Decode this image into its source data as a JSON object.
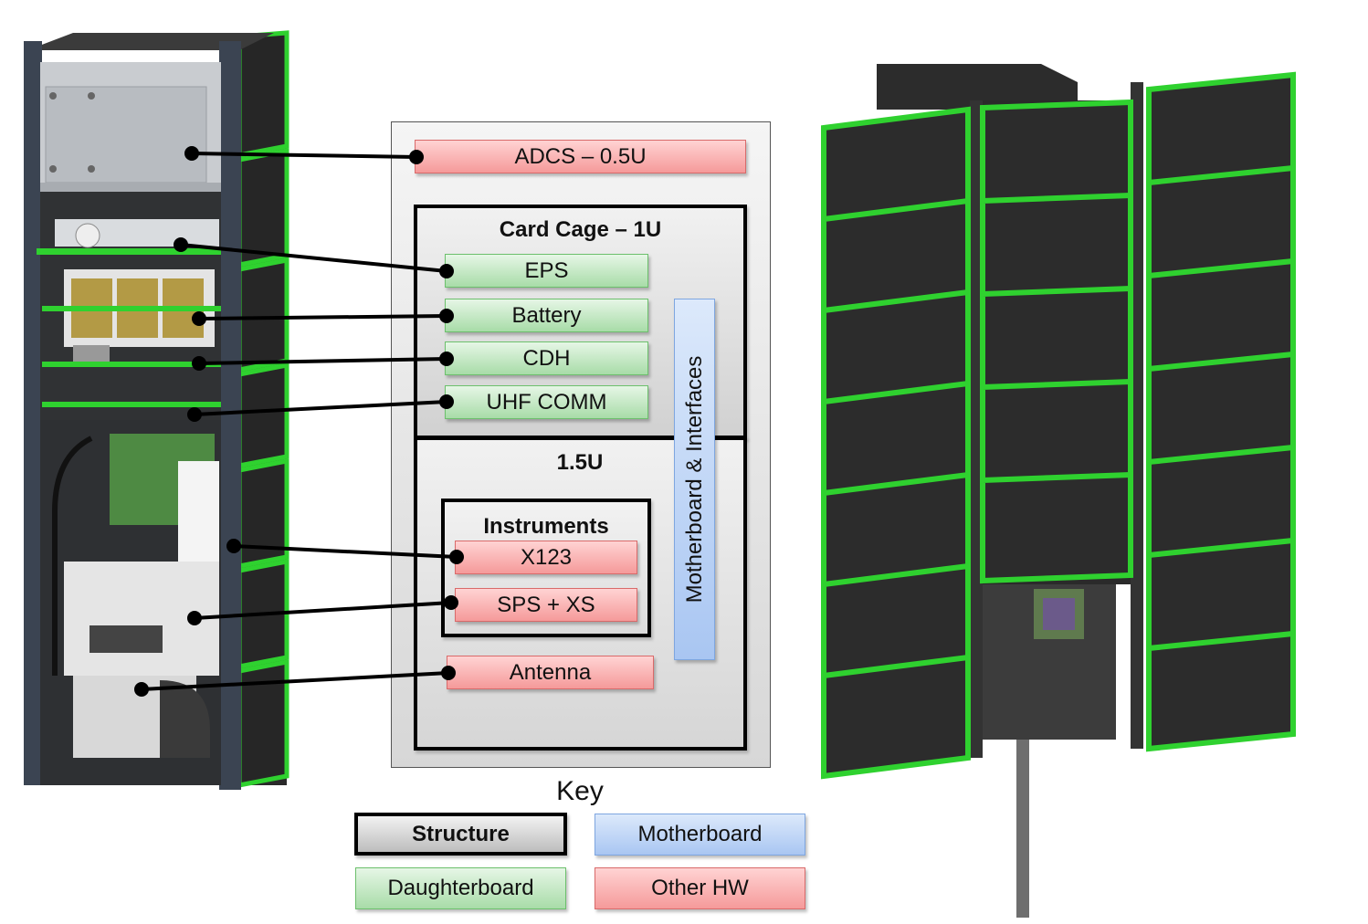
{
  "diagram": {
    "modules": {
      "adcs": "ADCS – 0.5U",
      "eps": "EPS",
      "battery": "Battery",
      "cdh": "CDH",
      "uhf_comm": "UHF COMM",
      "x123": "X123",
      "sps_xs": "SPS + XS",
      "antenna": "Antenna"
    },
    "sections": {
      "card_cage": "Card Cage – 1U",
      "lower": "1.5U",
      "instruments": "Instruments"
    },
    "motherboard_label": "Motherboard & Interfaces"
  },
  "key": {
    "title": "Key",
    "structure": "Structure",
    "motherboard": "Motherboard",
    "daughterboard": "Daughterboard",
    "other_hw": "Other HW"
  },
  "colors": {
    "solar_panel_green": "#2fd12f",
    "solar_cell": "#2b2b2b",
    "frame": "#3b4452",
    "other_hw_red": "#f59a9a",
    "daughterboard_green": "#a8dca8",
    "motherboard_blue": "#a9c6f2"
  }
}
